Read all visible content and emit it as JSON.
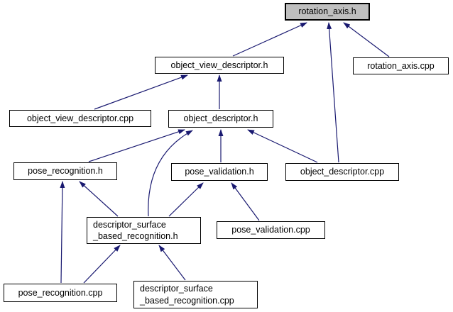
{
  "graph": {
    "nodes": [
      {
        "id": "rotation_axis.h",
        "label": "rotation_axis.h",
        "highlighted": true
      },
      {
        "id": "object_view_descriptor.h",
        "label": "object_view_descriptor.h",
        "highlighted": false
      },
      {
        "id": "rotation_axis.cpp",
        "label": "rotation_axis.cpp",
        "highlighted": false
      },
      {
        "id": "object_view_descriptor.cpp",
        "label": "object_view_descriptor.cpp",
        "highlighted": false
      },
      {
        "id": "object_descriptor.h",
        "label": "object_descriptor.h",
        "highlighted": false
      },
      {
        "id": "pose_recognition.h",
        "label": "pose_recognition.h",
        "highlighted": false
      },
      {
        "id": "pose_validation.h",
        "label": "pose_validation.h",
        "highlighted": false
      },
      {
        "id": "object_descriptor.cpp",
        "label": "object_descriptor.cpp",
        "highlighted": false
      },
      {
        "id": "descriptor_surface_based_recognition.h",
        "label": "descriptor_surface\n_based_recognition.h",
        "highlighted": false
      },
      {
        "id": "pose_validation.cpp",
        "label": "pose_validation.cpp",
        "highlighted": false
      },
      {
        "id": "pose_recognition.cpp",
        "label": "pose_recognition.cpp",
        "highlighted": false
      },
      {
        "id": "descriptor_surface_based_recognition.cpp",
        "label": "descriptor_surface\n_based_recognition.cpp",
        "highlighted": false
      }
    ],
    "edges": [
      {
        "from": "object_view_descriptor.h",
        "to": "rotation_axis.h"
      },
      {
        "from": "object_descriptor.cpp",
        "to": "rotation_axis.h"
      },
      {
        "from": "rotation_axis.cpp",
        "to": "rotation_axis.h"
      },
      {
        "from": "object_view_descriptor.cpp",
        "to": "object_view_descriptor.h"
      },
      {
        "from": "object_descriptor.h",
        "to": "object_view_descriptor.h"
      },
      {
        "from": "pose_recognition.h",
        "to": "object_descriptor.h"
      },
      {
        "from": "pose_validation.h",
        "to": "object_descriptor.h"
      },
      {
        "from": "object_descriptor.cpp",
        "to": "object_descriptor.h"
      },
      {
        "from": "descriptor_surface_based_recognition.h",
        "to": "object_descriptor.h"
      },
      {
        "from": "descriptor_surface_based_recognition.h",
        "to": "pose_recognition.h"
      },
      {
        "from": "pose_recognition.cpp",
        "to": "pose_recognition.h"
      },
      {
        "from": "descriptor_surface_based_recognition.h",
        "to": "pose_validation.h"
      },
      {
        "from": "pose_validation.cpp",
        "to": "pose_validation.h"
      },
      {
        "from": "pose_recognition.cpp",
        "to": "descriptor_surface_based_recognition.h"
      },
      {
        "from": "descriptor_surface_based_recognition.cpp",
        "to": "descriptor_surface_based_recognition.h"
      }
    ],
    "colors": {
      "edge": "#191970",
      "node_border": "#000000",
      "node_fill": "#ffffff",
      "highlight_fill": "#bfbfbf",
      "text": "#000000",
      "background": "#ffffff"
    }
  }
}
